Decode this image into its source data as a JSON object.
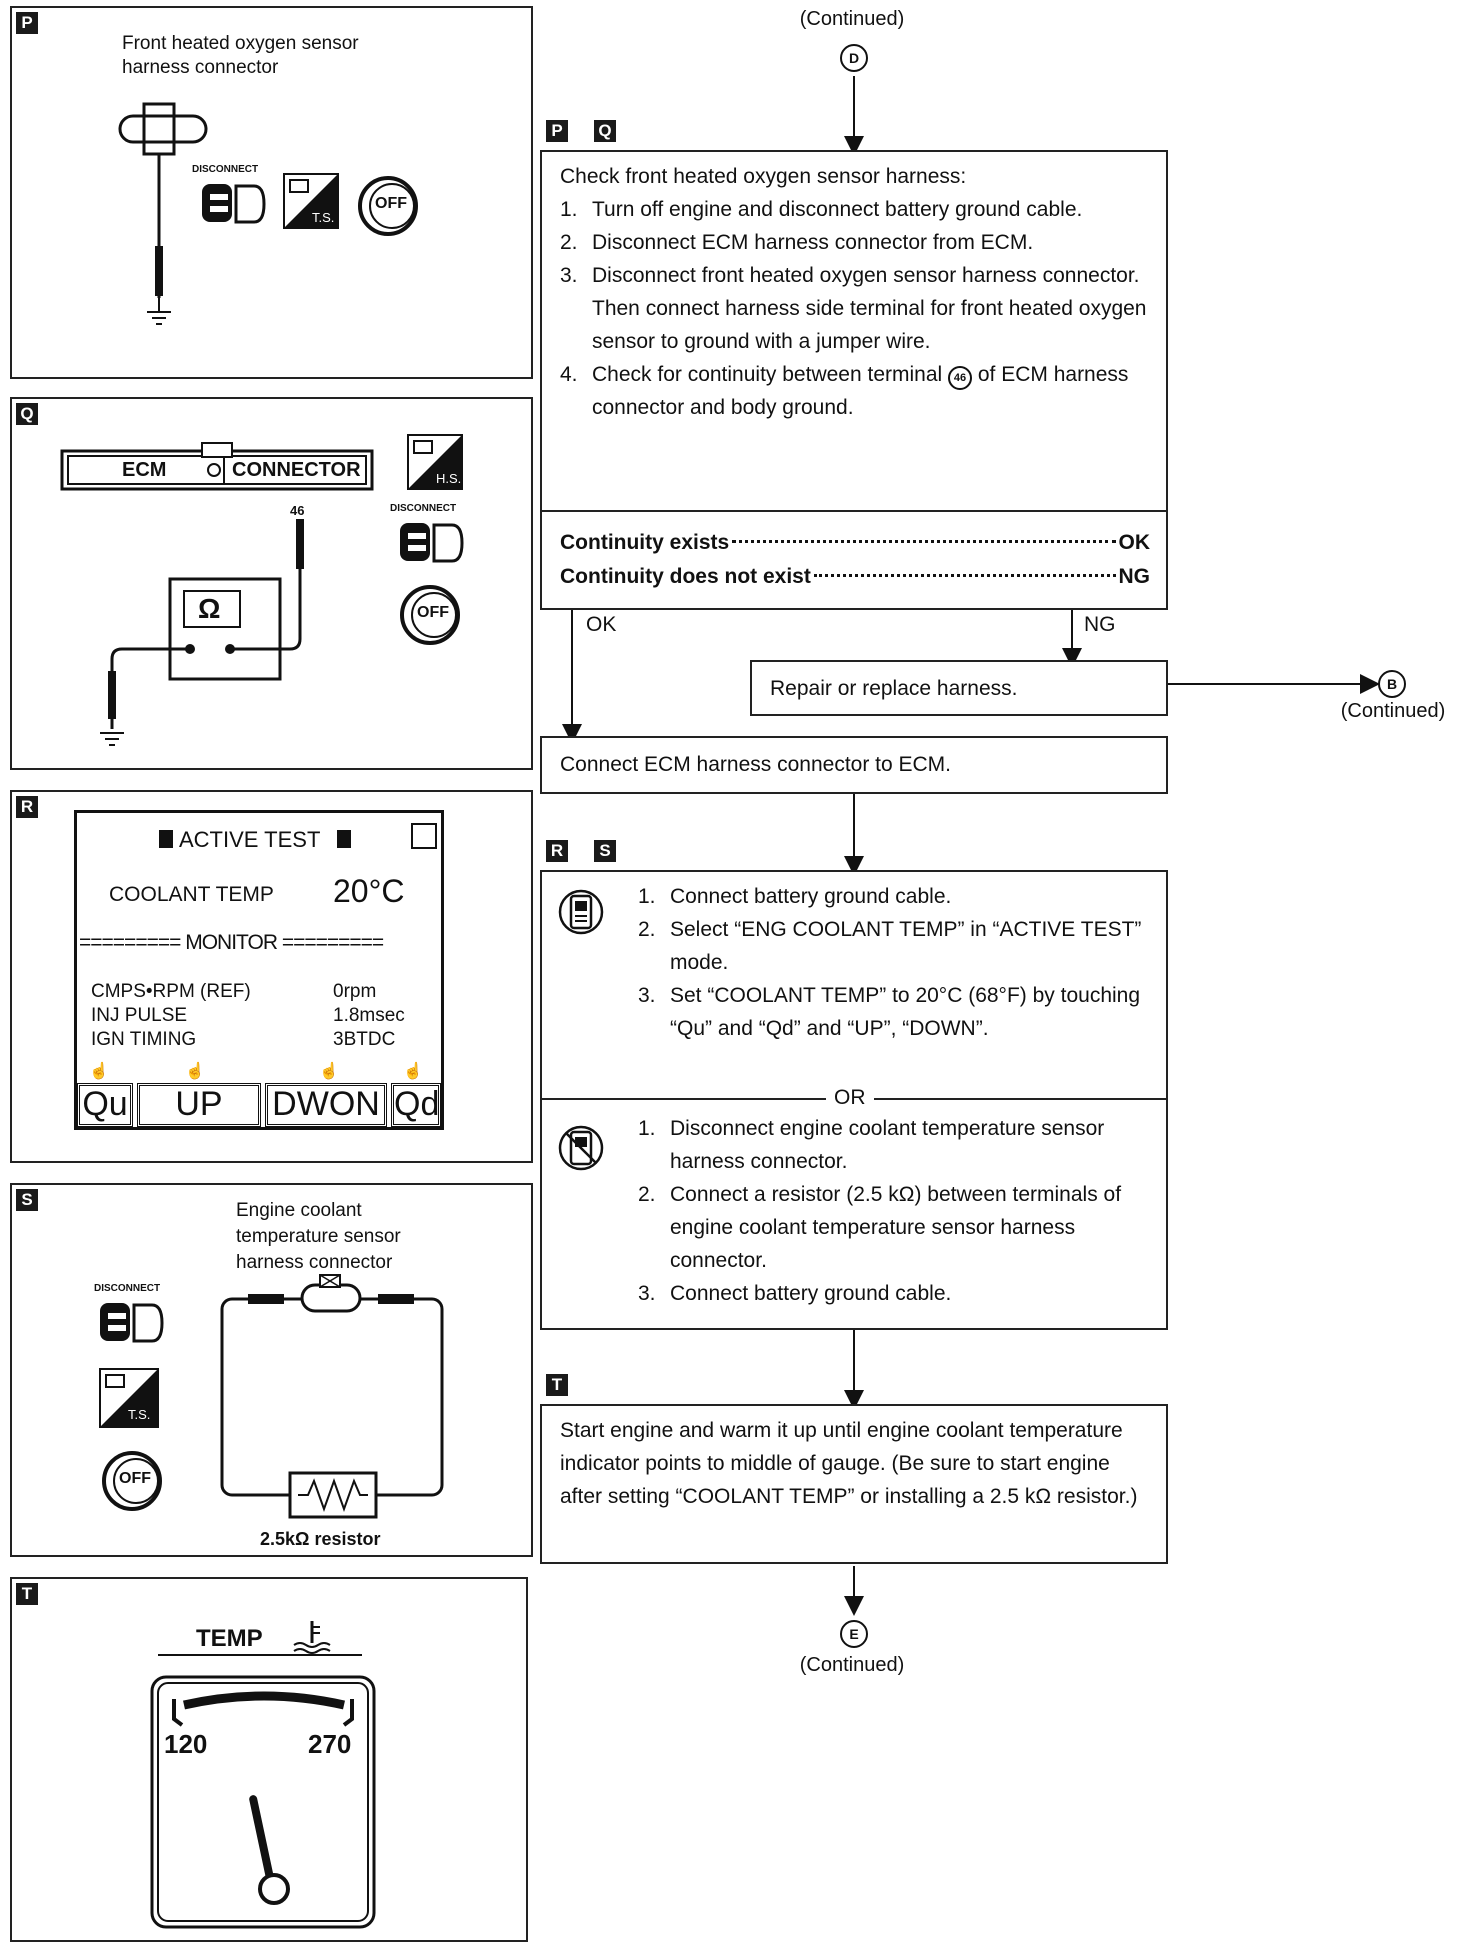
{
  "panels": {
    "P": {
      "tag": "P",
      "title_line1": "Front heated oxygen sensor",
      "title_line2": "harness connector",
      "disconnect_label": "DISCONNECT",
      "ts_label": "T.S.",
      "off_label": "OFF"
    },
    "Q": {
      "tag": "Q",
      "ecm_label": "ECM",
      "connector_label": "CONNECTOR",
      "terminal": "46",
      "ohm_symbol": "Ω",
      "hs_label": "H.S.",
      "disconnect_label": "DISCONNECT",
      "off_label": "OFF"
    },
    "R": {
      "tag": "R",
      "header": "ACTIVE TEST",
      "coolant_label": "COOLANT  TEMP",
      "coolant_value": "20°C",
      "monitor_line": "========= MONITOR =========",
      "rows": [
        {
          "label": "CMPS•RPM (REF)",
          "value": "0rpm"
        },
        {
          "label": "INJ PULSE",
          "value": "1.8msec"
        },
        {
          "label": "IGN TIMING",
          "value": "3BTDC"
        }
      ],
      "buttons": [
        "Qu",
        "UP",
        "DWON",
        "Qd"
      ]
    },
    "S": {
      "tag": "S",
      "title_line1": "Engine coolant",
      "title_line2": "temperature sensor",
      "title_line3": "harness connector",
      "disconnect_label": "DISCONNECT",
      "ts_label": "T.S.",
      "off_label": "OFF",
      "resistor_label": "2.5kΩ resistor"
    },
    "T": {
      "tag": "T",
      "temp_label": "TEMP",
      "gauge_min": "120",
      "gauge_max": "270",
      "needle_level_pct": 50
    }
  },
  "flow": {
    "continued_top": "(Continued)",
    "conn_d": "D",
    "tags_pq": [
      "P",
      "Q"
    ],
    "check_box": {
      "title": "Check front heated oxygen sensor harness:",
      "steps": [
        {
          "n": "1.",
          "text": "Turn off engine and disconnect battery ground cable."
        },
        {
          "n": "2.",
          "text": "Disconnect ECM harness connector from ECM."
        },
        {
          "n": "3.",
          "text": "Disconnect front heated oxygen sensor harness connector. Then connect harness side terminal for front heated oxygen sensor to ground with a jumper wire."
        },
        {
          "n": "4.",
          "text_a": "Check for continuity between terminal",
          "terminal": "46",
          "text_b": "of ECM harness connector and body ground."
        }
      ],
      "result_ok_label": "Continuity exists",
      "result_ok_value": "OK",
      "result_ng_label": "Continuity does not exist",
      "result_ng_value": "NG"
    },
    "ok_label": "OK",
    "ng_label": "NG",
    "repair_box": "Repair or replace harness.",
    "conn_b": "B",
    "continued_right": "(Continued)",
    "connect_box": "Connect ECM harness connector to ECM.",
    "tags_rs": [
      "R",
      "S"
    ],
    "consult_box": {
      "steps_a": [
        {
          "n": "1.",
          "text": "Connect battery ground cable."
        },
        {
          "n": "2.",
          "text": "Select “ENG COOLANT TEMP” in “ACTIVE TEST” mode."
        },
        {
          "n": "3.",
          "text": "Set “COOLANT TEMP” to 20°C (68°F) by touching “Qu” and “Qd” and “UP”, “DOWN”."
        }
      ],
      "or_label": "OR",
      "steps_b": [
        {
          "n": "1.",
          "text": "Disconnect engine coolant temperature sensor harness connector."
        },
        {
          "n": "2.",
          "text": "Connect a resistor (2.5 kΩ) between terminals of engine coolant temperature sensor harness connector."
        },
        {
          "n": "3.",
          "text": "Connect battery ground cable."
        }
      ]
    },
    "tag_t": "T",
    "start_box": "Start engine and warm it up until engine coolant temperature indicator points to middle of gauge. (Be sure to start engine after setting “COOLANT TEMP” or installing a 2.5 kΩ resistor.)",
    "conn_e": "E",
    "continued_bottom": "(Continued)"
  }
}
